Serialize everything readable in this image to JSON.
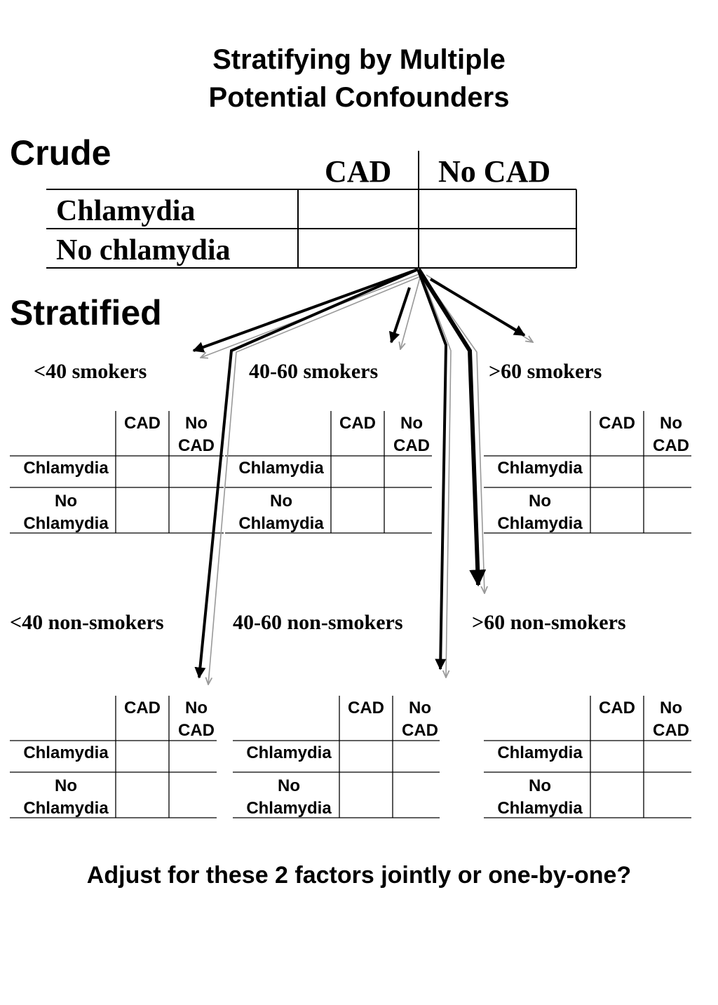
{
  "title_line1": "Stratifying by Multiple",
  "title_line2": "Potential Confounders",
  "crude": {
    "heading": "Crude",
    "col_headers": [
      "CAD",
      "No CAD"
    ],
    "row_labels": [
      "Chlamydia",
      "No chlamydia"
    ]
  },
  "stratified": {
    "heading": "Stratified",
    "strata": [
      {
        "label": "<40 smokers"
      },
      {
        "label": "40-60 smokers"
      },
      {
        "label": ">60 smokers"
      },
      {
        "label": "<40 non-smokers"
      },
      {
        "label": "40-60 non-smokers"
      },
      {
        "label": ">60 non-smokers"
      }
    ],
    "table": {
      "col1_header": "CAD",
      "col2_header_line1": "No",
      "col2_header_line2": "CAD",
      "row1_label": "Chlamydia",
      "row2_label_line1": "No",
      "row2_label_line2": "Chlamydia"
    }
  },
  "question": "Adjust for these 2 factors jointly or one-by-one?"
}
